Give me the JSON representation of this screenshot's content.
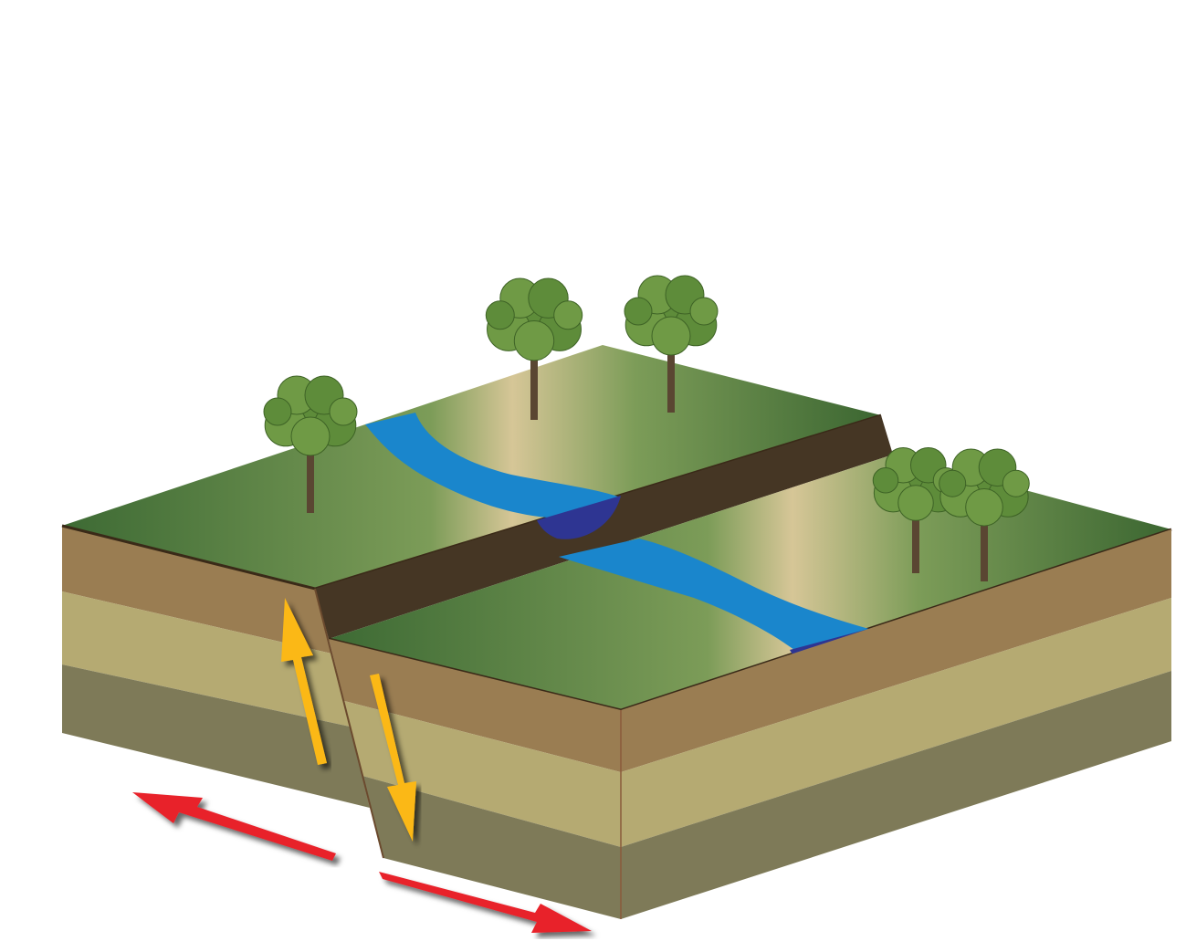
{
  "diagram": {
    "subject": "fault-block",
    "colors": {
      "grass_dark": "#3f6b35",
      "grass_light": "#7a9a55",
      "sand": "#d8c79a",
      "river": "#1a86cc",
      "river_section": "#2e3592",
      "scarp": "#453624",
      "layer_top": "#9a7d52",
      "layer_middle": "#b5aa72",
      "layer_bottom": "#7e7a58",
      "arrow_vertical": "#fbb817",
      "arrow_horizontal": "#e8202a",
      "tree_foliage": "#5e8c3a",
      "tree_trunk": "#5a4632"
    },
    "arrows": {
      "vertical": [
        "up",
        "down"
      ],
      "horizontal": [
        "left",
        "right"
      ]
    },
    "trees": 5
  }
}
